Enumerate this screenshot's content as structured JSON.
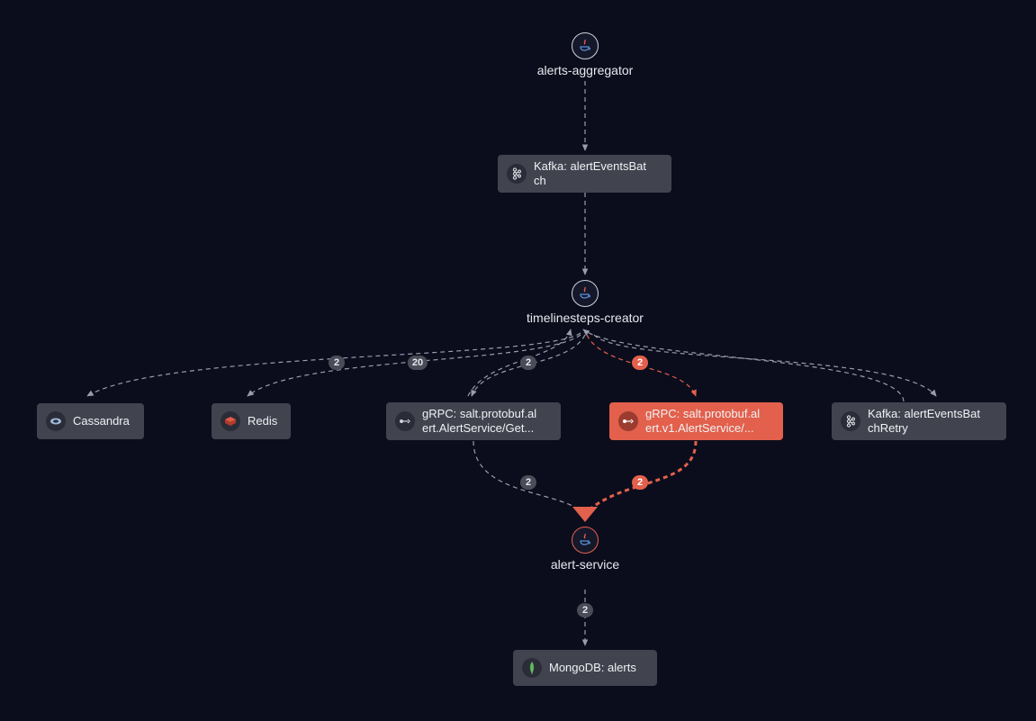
{
  "services": {
    "aggregator": {
      "name": "alerts-aggregator"
    },
    "timeline": {
      "name": "timelinesteps-creator"
    },
    "alert": {
      "name": "alert-service"
    }
  },
  "nodes": {
    "kafka_batch": {
      "line1": "Kafka:  alertEventsBat",
      "line2": "ch"
    },
    "cassandra": {
      "line1": "Cassandra"
    },
    "redis": {
      "line1": "Redis"
    },
    "grpc_get": {
      "line1": "gRPC:  salt.protobuf.al",
      "line2": "ert.AlertService/Get..."
    },
    "grpc_v1": {
      "line1": "gRPC:  salt.protobuf.al",
      "line2": "ert.v1.AlertService/..."
    },
    "kafka_retry": {
      "line1": "Kafka:  alertEventsBat",
      "line2": "chRetry"
    },
    "mongodb": {
      "line1": "MongoDB:  alerts"
    }
  },
  "edge_counts": {
    "cassandra": "2",
    "redis": "20",
    "grpc_get": "2",
    "grpc_v1": "2",
    "grpc_get_alert": "2",
    "grpc_v1_alert": "2",
    "mongo": "2"
  },
  "colors": {
    "background": "#0b0d1c",
    "edge": "#9a9cab",
    "error": "#e2604c",
    "node": "#41434f"
  }
}
